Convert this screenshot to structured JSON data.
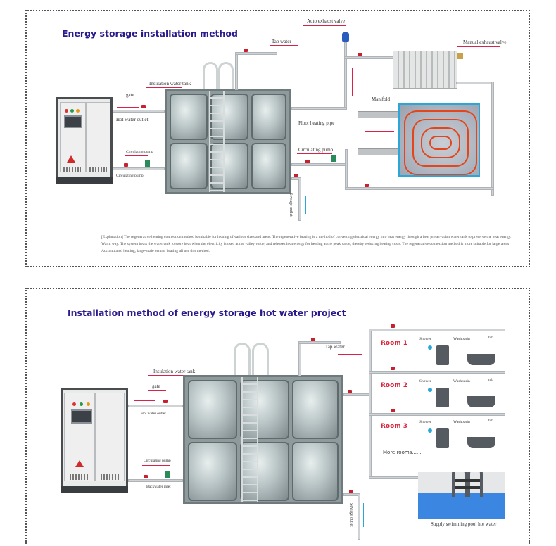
{
  "section1": {
    "title": "Energy storage installation method",
    "labels": {
      "tap_water": "Tap water",
      "auto_exhaust_valve": "Auto exhaust valve",
      "manual_exhaust_valve": "Manual exhaust valve",
      "insulation_water_tank": "Insulation water tank",
      "gate": "gate",
      "hot_water_outlet": "Hot water outlet",
      "circulating_pump_left": "Circulating pump",
      "circulating_pump_bottom": "Circulating pump",
      "manifold": "Manifold",
      "floor_heating_pipe": "Floor heating pipe",
      "circulating_pump_right": "Circulating pump",
      "sewage_outlet": "Sewage outlet"
    },
    "explanation": "[Explanation] The regenerative heating connection method is suitable for heating of various sizes and areas. The regenerative heating is a method of converting electrical energy into heat energy through a heat preservation water tank to preserve the heat energy. Warm way. The system heats the water tank to store heat when the electricity is used at the valley value, and releases heat energy for heating at the peak value, thereby reducing heating costs. The regenerative connection method is more suitable for large areas Accumulated heating, large-scale central heating all use this method."
  },
  "section2": {
    "title": "Installation method of energy storage hot water project",
    "labels": {
      "tap_water": "Tap water",
      "insulation_water_tank": "Insulation water tank",
      "gate": "gate",
      "hot_water_outlet": "Hot water outlet",
      "circulating_pump": "Circulating pump",
      "backwater_inlet": "Backwater inlet",
      "sewage_outlet": "Sewage outlet",
      "more_rooms": "More rooms......",
      "pool_caption": "Supply swimming pool hot water"
    },
    "rooms": [
      {
        "name": "Room 1",
        "shower": "Shower",
        "washbasin": "Washbasin",
        "tub": "tub"
      },
      {
        "name": "Room 2",
        "shower": "Shower",
        "washbasin": "Washbasin",
        "tub": "tub"
      },
      {
        "name": "Room 3",
        "shower": "Shower",
        "washbasin": "Washbasin",
        "tub": "tub"
      }
    ]
  },
  "colors": {
    "title": "#2a1a8c",
    "callout_line": "#d8224a",
    "flow_arrow": "#2aa6d8",
    "room_label": "#d9263e",
    "heating_pipe": "#e2461c",
    "pool_water": "#3a86e0"
  }
}
